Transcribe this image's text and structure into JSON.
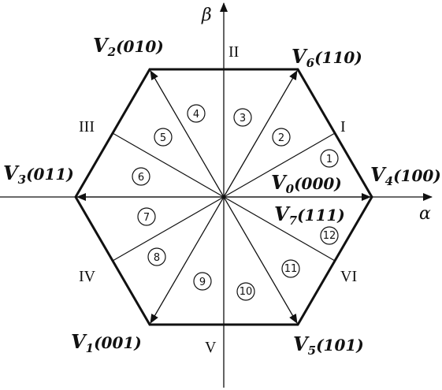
{
  "axes": {
    "alpha": "α",
    "beta": "β"
  },
  "vectors": [
    {
      "id": "v0",
      "main": "V",
      "sub": "0",
      "code": "(000)"
    },
    {
      "id": "v1",
      "main": "V",
      "sub": "1",
      "code": "(001)"
    },
    {
      "id": "v2",
      "main": "V",
      "sub": "2",
      "code": "(010)"
    },
    {
      "id": "v3",
      "main": "V",
      "sub": "3",
      "code": "(011)"
    },
    {
      "id": "v4",
      "main": "V",
      "sub": "4",
      "code": "(100)"
    },
    {
      "id": "v5",
      "main": "V",
      "sub": "5",
      "code": "(101)"
    },
    {
      "id": "v6",
      "main": "V",
      "sub": "6",
      "code": "(110)"
    },
    {
      "id": "v7",
      "main": "V",
      "sub": "7",
      "code": "(111)"
    }
  ],
  "roman_labels": [
    "I",
    "II",
    "III",
    "IV",
    "V",
    "VI"
  ],
  "sectors": [
    "1",
    "2",
    "3",
    "4",
    "5",
    "6",
    "7",
    "8",
    "9",
    "10",
    "11",
    "12"
  ]
}
